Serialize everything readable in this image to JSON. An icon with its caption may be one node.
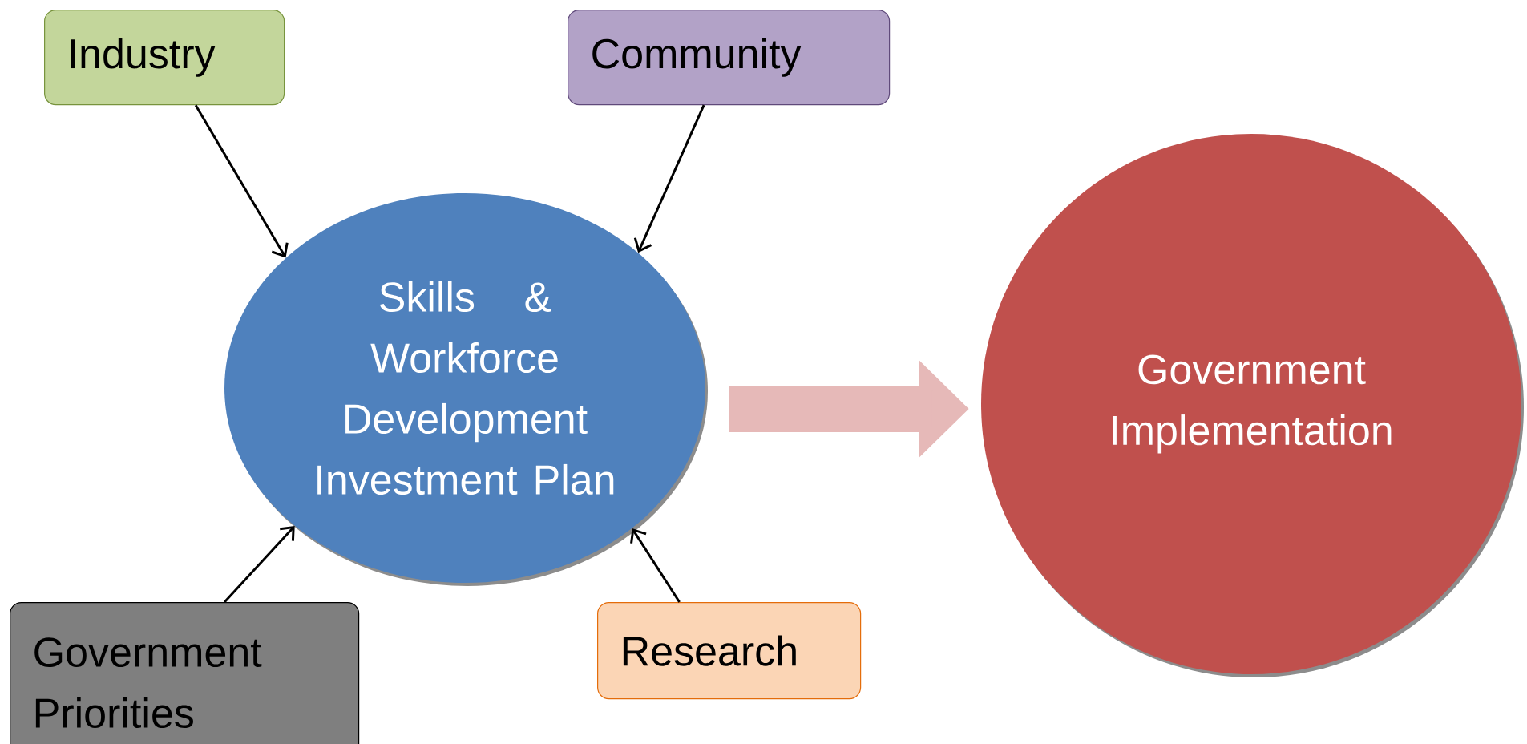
{
  "diagram": {
    "nodes": [
      {
        "text": [
          "Industry"
        ]
      },
      {
        "text": [
          "Community"
        ]
      },
      {
        "text": [
          "Skills & Workforce Development Investment Plan"
        ]
      },
      {
        "text": [
          "Government Priorities"
        ]
      },
      {
        "text": [
          "Research"
        ]
      },
      {
        "text": [
          "Government Implementation"
        ]
      }
    ],
    "edges": [
      {
        "from": 0,
        "to": 2,
        "arrow": "to"
      },
      {
        "from": 1,
        "to": 2,
        "arrow": "to"
      },
      {
        "from": 3,
        "to": 2,
        "arrow": "to"
      },
      {
        "from": 4,
        "to": 2,
        "arrow": "to"
      },
      {
        "from": 2,
        "to": 5,
        "arrow": "to",
        "style": "thick",
        "color": "#e6b9b8"
      }
    ]
  }
}
